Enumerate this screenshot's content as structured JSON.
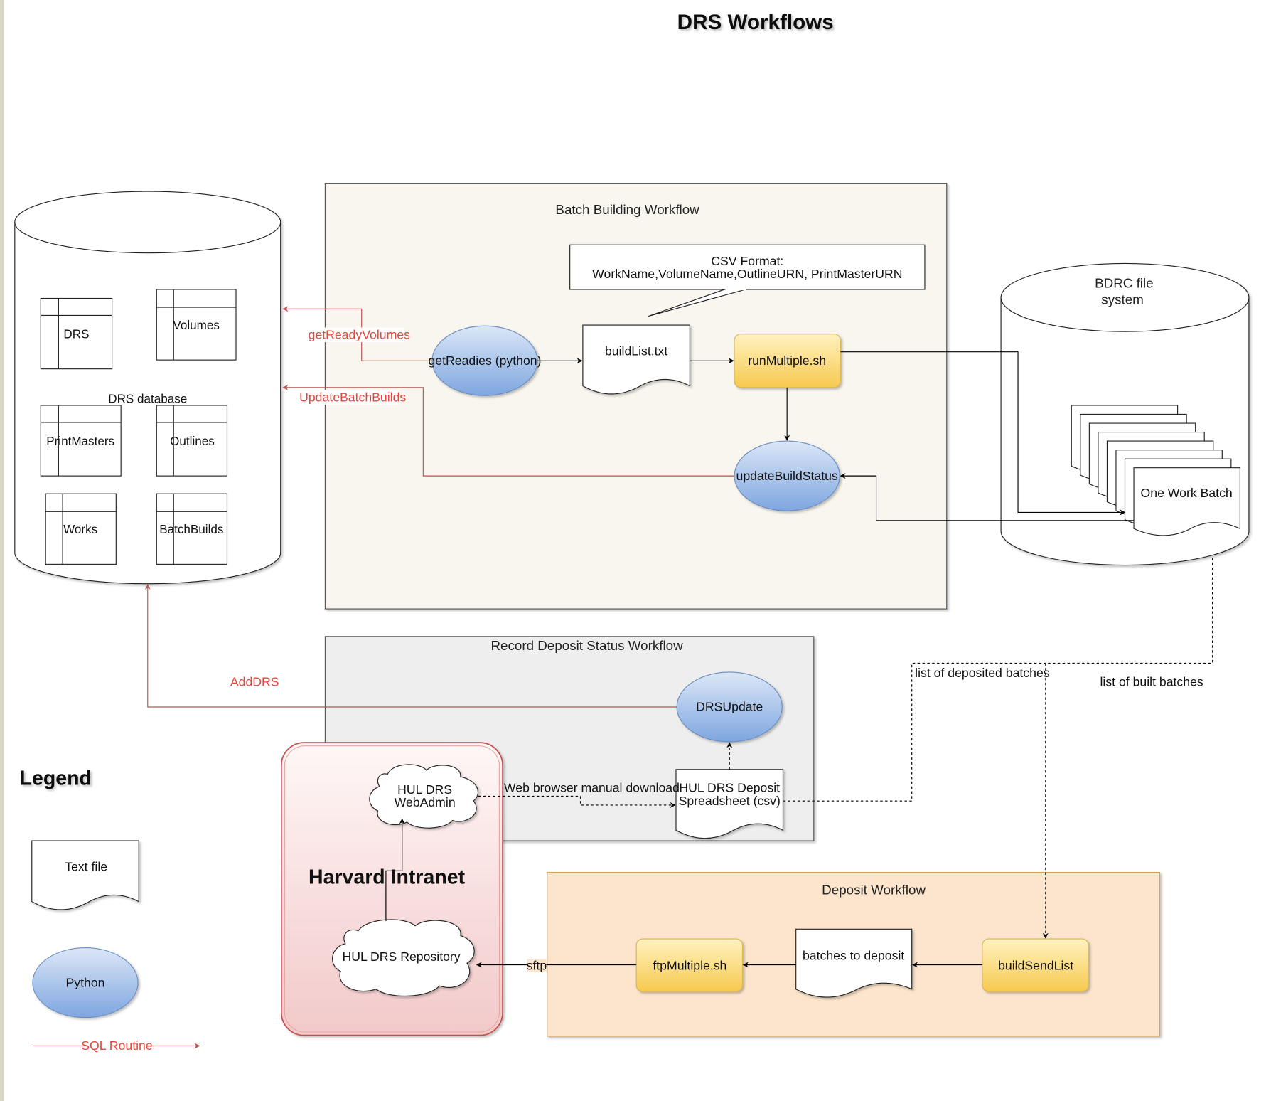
{
  "title": "DRS Workflows",
  "drs_database": {
    "label": "DRS database",
    "tables": [
      "DRS",
      "Volumes",
      "PrintMasters",
      "Outlines",
      "Works",
      "BatchBuilds"
    ]
  },
  "bdrc_fs": {
    "label_line1": "BDRC file",
    "label_line2": "system",
    "batch_label": "One Work Batch"
  },
  "batch_building": {
    "title": "Batch Building Workflow",
    "csv_note_line1": "CSV Format:",
    "csv_note_line2": "WorkName,VolumeName,OutlineURN, PrintMasterURN",
    "get_readies": "getReadies (python)",
    "build_list": "buildList.txt",
    "run_multiple": "runMultiple.sh",
    "update_build_status": "updateBuildStatus"
  },
  "record_deposit": {
    "title": "Record Deposit Status Workflow",
    "drs_update": "DRSUpdate",
    "spreadsheet_line1": "HUL DRS Deposit",
    "spreadsheet_line2": "Spreadsheet (csv)"
  },
  "harvard_intranet": {
    "title": "Harvard Intranet",
    "webadmin_line1": "HUL DRS",
    "webadmin_line2": "WebAdmin",
    "repository": "HUL DRS Repository"
  },
  "deposit_workflow": {
    "title": "Deposit Workflow",
    "ftp_multiple": "ftpMultiple.sh",
    "batches_to_deposit": "batches to deposit",
    "build_send_list": "buildSendList"
  },
  "edges": {
    "get_ready_volumes": "getReadyVolumes",
    "update_batch_builds": "UpdateBatchBuilds",
    "add_drs": "AddDRS",
    "web_browser_download": "Web browser manual download",
    "list_deposited": "list of deposited batches",
    "list_built": "list of built batches",
    "sftp": "sftp"
  },
  "legend": {
    "title": "Legend",
    "text_file": "Text file",
    "python": "Python",
    "sql_routine": "SQL Routine"
  },
  "colors": {
    "batch_bg": "#f8f6ee",
    "record_bg": "#eeeeee",
    "deposit_bg": "#fce5cc",
    "deposit_border": "#d6a15a",
    "intranet_border": "#c45050",
    "python_fill_top": "#dce7f7",
    "python_fill_bottom": "#7ea6e0",
    "python_stroke": "#6c8ebf",
    "shell_fill_top": "#fff2c0",
    "shell_fill_bottom": "#f7c94f",
    "shell_stroke": "#d6b656",
    "sql_red": "#b85450",
    "red_text": "#e8453c"
  }
}
